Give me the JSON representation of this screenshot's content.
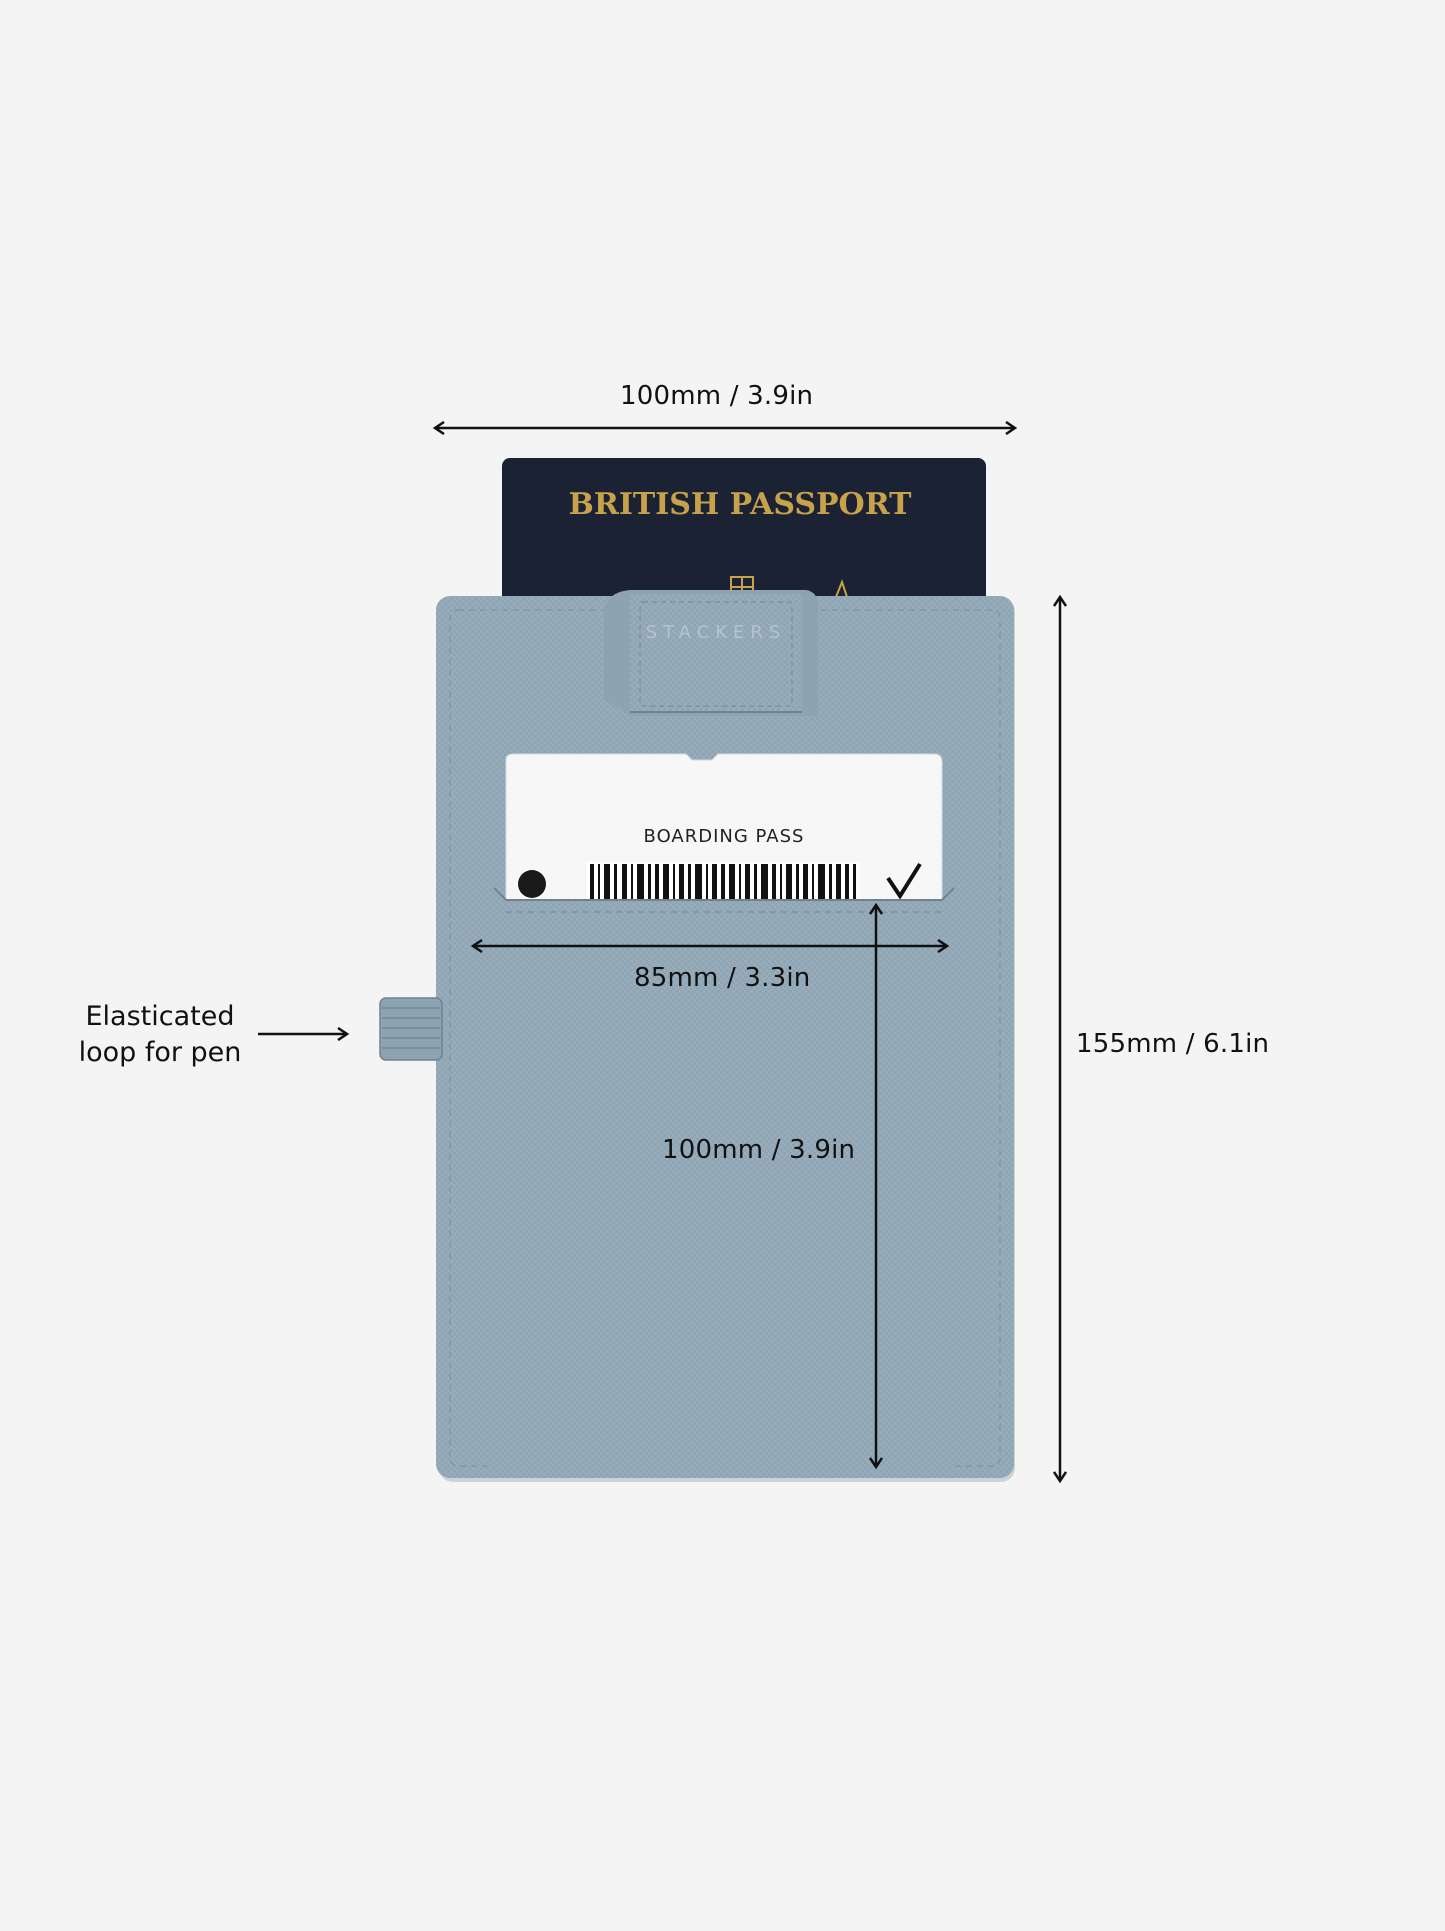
{
  "dimensions": {
    "top_width": "100mm / 3.9in",
    "pocket_width": "85mm / 3.3in",
    "pocket_height": "100mm / 3.9in",
    "total_height": "155mm / 6.1in"
  },
  "annotation": {
    "line1": "Elasticated",
    "line2": "loop for pen"
  },
  "passport": {
    "title": "BRITISH PASSPORT"
  },
  "wallet": {
    "brand": "STACKERS",
    "color": "#94a9b8"
  },
  "boarding_pass": {
    "label": "BOARDING PASS"
  },
  "colors": {
    "passport_navy": "#1b2233",
    "gold": "#c8a24a",
    "background": "#f4f4f4"
  }
}
